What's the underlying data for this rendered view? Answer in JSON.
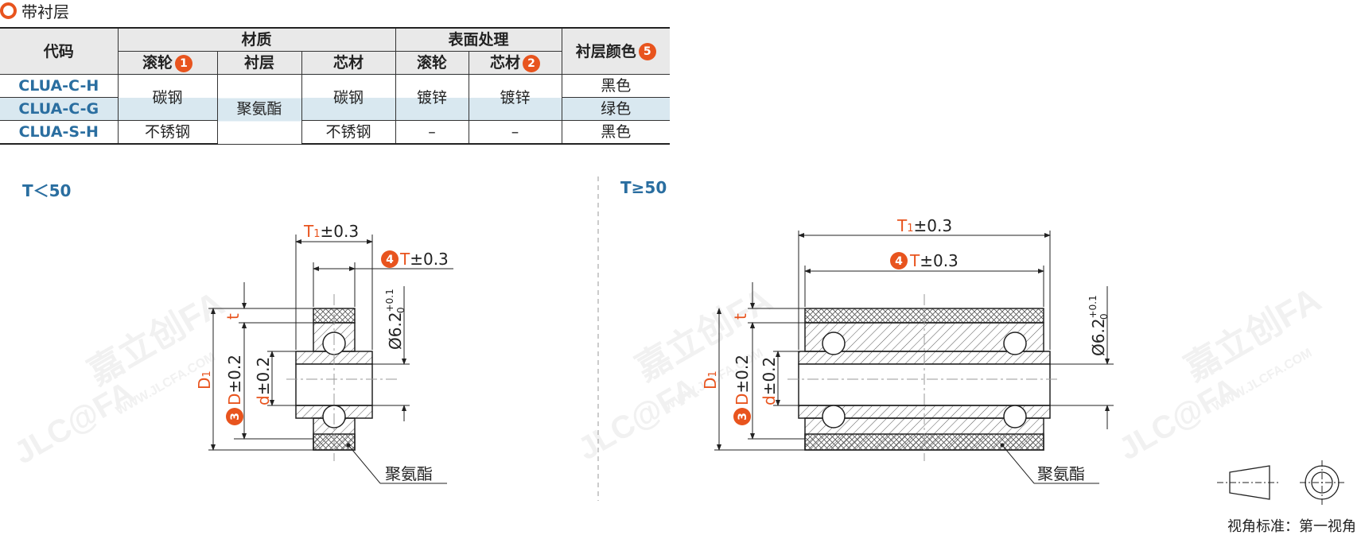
{
  "heading": "带衬层",
  "table": {
    "header_code": "代码",
    "header_material": "材质",
    "header_surface": "表面处理",
    "header_lining_color": "衬层颜色",
    "sub_roller": "滚轮",
    "sub_lining": "衬层",
    "sub_core": "芯材",
    "sub_roller2": "滚轮",
    "sub_core2": "芯材",
    "badge1": "1",
    "badge2": "2",
    "badge5": "5",
    "codes": [
      "CLUA-C-H",
      "CLUA-C-G",
      "CLUA-S-H"
    ],
    "roller_cs": "碳钢",
    "roller_ss": "不锈钢",
    "lining": "聚氨酯",
    "core_cs": "碳钢",
    "core_ss": "不锈钢",
    "surf_roller": "镀锌",
    "surf_core": "镀锌",
    "dash1": "–",
    "dash2": "–",
    "colors": [
      "黑色",
      "绿色",
      "黑色"
    ]
  },
  "left_label": "T＜50",
  "right_label": "T≥50",
  "dims": {
    "T1": "T",
    "T1_sub": "1",
    "T1_tol": "±0.3",
    "T": "T",
    "T_tol": "±0.3",
    "badge4": "4",
    "badge3": "3",
    "dia": "Ø6.2",
    "dia_sup": "+0.1",
    "dia_sub": "0",
    "t": "t",
    "D1": "D",
    "D1_sub": "1",
    "D": "D",
    "D_tol": "±0.2",
    "d": "d",
    "d_tol": "±0.2",
    "lining_label": "聚氨酯"
  },
  "watermark": "嘉立创FA",
  "watermark_url": "WWW.JLCFA.COM",
  "watermark_logo": "JLC@FA",
  "footer": "视角标准：第一视角",
  "colors": {
    "accent": "#e8541e",
    "code_blue": "#2a6ea0",
    "shade": "#d9e8f0"
  }
}
